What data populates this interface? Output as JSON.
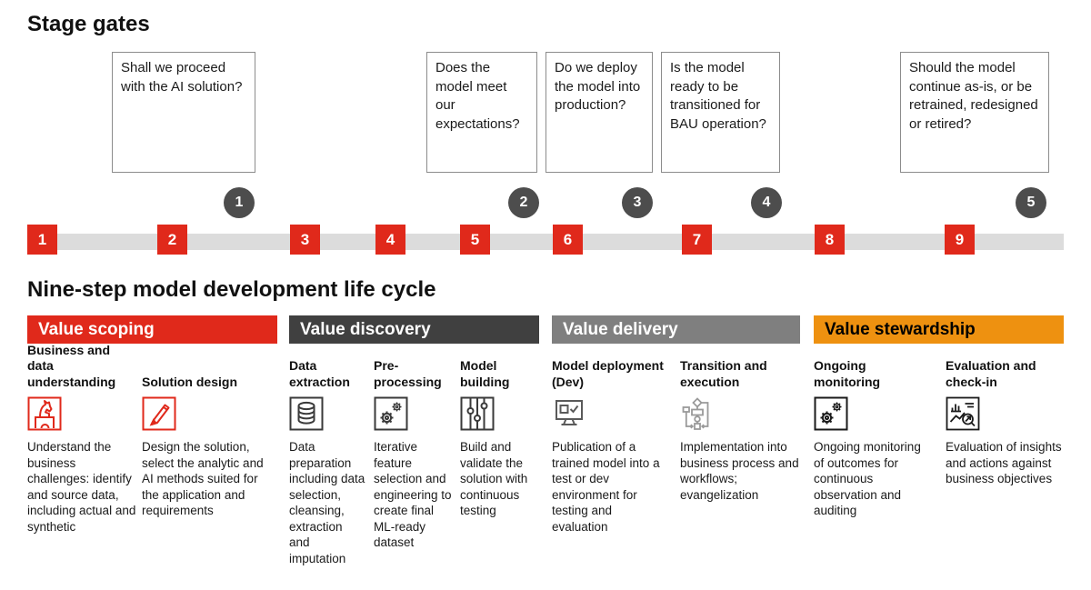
{
  "titles": {
    "stage_gates": "Stage gates",
    "lifecycle": "Nine-step model development life cycle"
  },
  "stage_gates": [
    {
      "number": "1",
      "question": "Shall we proceed with the AI solution?"
    },
    {
      "number": "2",
      "question": "Does the model meet our expectations?"
    },
    {
      "number": "3",
      "question": "Do we deploy the model into production?"
    },
    {
      "number": "4",
      "question": "Is the model ready to be transitioned for BAU operation?"
    },
    {
      "number": "5",
      "question": "Should the model continue as-is, or be retrained, redesigned or retired?"
    }
  ],
  "timeline": {
    "steps": [
      "1",
      "2",
      "3",
      "4",
      "5",
      "6",
      "7",
      "8",
      "9"
    ],
    "square_color": "#e0291b",
    "bar_color": "#dcdcdc",
    "gate_circle_color": "#4d4d4d"
  },
  "phases": [
    {
      "label": "Value scoping",
      "background": "#e0291b",
      "text_color": "#ffffff"
    },
    {
      "label": "Value discovery",
      "background": "#404040",
      "text_color": "#ffffff"
    },
    {
      "label": "Value delivery",
      "background": "#7f7f7f",
      "text_color": "#ffffff"
    },
    {
      "label": "Value stewardship",
      "background": "#ee9110",
      "text_color": "#000000"
    }
  ],
  "steps": [
    {
      "title": "Business and data understanding",
      "icon": "chess-knight-icon",
      "icon_color": "#e0291b",
      "description": "Understand the business challenges: identify and source data, including actual and synthetic"
    },
    {
      "title": "Solution design",
      "icon": "pencil-icon",
      "icon_color": "#e0291b",
      "description": "Design the solution, select the analytic and AI methods suited for the application and requirements"
    },
    {
      "title": "Data extraction",
      "icon": "database-icon",
      "icon_color": "#3a3a3a",
      "description": "Data preparation including data selection, cleansing, extraction and imputation"
    },
    {
      "title": "Pre-processing",
      "icon": "gears-icon",
      "icon_color": "#3a3a3a",
      "description": "Iterative feature selection and engineering to create final ML-ready dataset"
    },
    {
      "title": "Model building",
      "icon": "sliders-icon",
      "icon_color": "#3a3a3a",
      "description": "Build and validate the solution with continuous testing"
    },
    {
      "title": "Model deployment (Dev)",
      "icon": "monitor-check-icon",
      "icon_color": "#5a5a5a",
      "description": "Publication of a trained model into a test or dev environment for testing and evaluation"
    },
    {
      "title": "Transition and execution",
      "icon": "flowchart-icon",
      "icon_color": "#9a9a9a",
      "description": "Implementation into business process and workflows; evangelization"
    },
    {
      "title": "Ongoing monitoring",
      "icon": "gears-icon",
      "icon_color": "#1a1a1a",
      "description": "Ongoing monitoring of outcomes for continuous observation and auditing"
    },
    {
      "title": "Evaluation and check-in",
      "icon": "chart-magnifier-icon",
      "icon_color": "#1a1a1a",
      "description": "Evaluation of insights and actions against business objectives"
    }
  ]
}
